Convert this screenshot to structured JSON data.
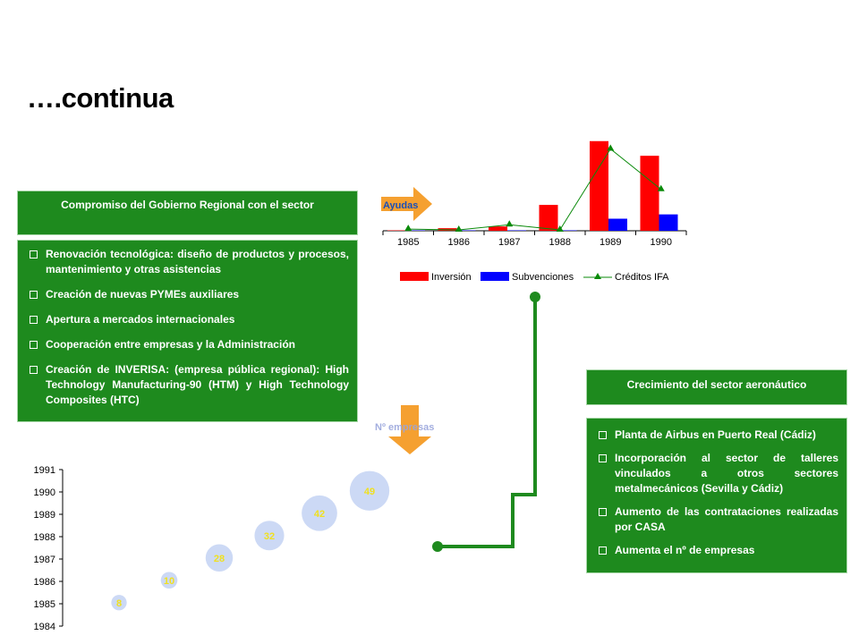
{
  "page": {
    "title": "….continua"
  },
  "left_panel": {
    "header": "Compromiso del Gobierno Regional con el sector",
    "items": [
      "Renovación tecnológica: diseño de productos y procesos, mantenimiento y otras asistencias",
      "Creación de nuevas PYMEs auxiliares",
      "Apertura a mercados internacionales",
      "Cooperación entre empresas y la Administración",
      "Creación de INVERISA: (empresa pública regional): High Technology Manufacturing-90 (HTM) y High Technology Composites (HTC)"
    ]
  },
  "right_panel": {
    "header": "Crecimiento del sector aeronáutico",
    "items": [
      "Planta de Airbus en Puerto Real (Cádiz)",
      "Incorporación al sector de talleres vinculados a otros sectores metalmecánicos (Sevilla y Cádiz)",
      "Aumento de las contrataciones realizadas por CASA",
      "Aumenta el nº de empresas"
    ]
  },
  "arrows": {
    "ayudas_label": "Ayudas",
    "empresas_label": "Nº empresas"
  },
  "colors": {
    "green": "#1e8a1e",
    "orange": "#f5a030",
    "inversion": "#ff0000",
    "subvenciones": "#0000ff",
    "creditos": "#0a8a0a",
    "bubble": "#ccd9f5",
    "bubble_text": "#f0e020"
  },
  "chart_data": [
    {
      "type": "bar",
      "categories": [
        "1985",
        "1986",
        "1987",
        "1988",
        "1989",
        "1990"
      ],
      "series": [
        {
          "name": "Inversión",
          "values": [
            0.5,
            3,
            5,
            30,
            104,
            87
          ]
        },
        {
          "name": "Subvenciones",
          "values": [
            0.5,
            0.5,
            0.5,
            0.5,
            14,
            19
          ]
        },
        {
          "name": "Créditos IFA",
          "type": "line",
          "values": [
            2,
            1,
            7,
            1,
            95,
            48
          ]
        }
      ],
      "ylim": [
        0,
        110
      ],
      "legend": "bottom"
    },
    {
      "type": "scatter",
      "y_ticks": [
        "1991",
        "1990",
        "1989",
        "1988",
        "1987",
        "1986",
        "1985",
        "1984"
      ],
      "points": [
        {
          "year": 1985,
          "value": 8,
          "label": "8"
        },
        {
          "year": 1986,
          "value": 10,
          "label": "10"
        },
        {
          "year": 1987,
          "value": 28,
          "label": "28"
        },
        {
          "year": 1988,
          "value": 32,
          "label": "32"
        },
        {
          "year": 1989,
          "value": 42,
          "label": "42"
        },
        {
          "year": 1990,
          "value": 49,
          "label": "49"
        }
      ],
      "ylim": [
        1984,
        1991
      ]
    }
  ]
}
